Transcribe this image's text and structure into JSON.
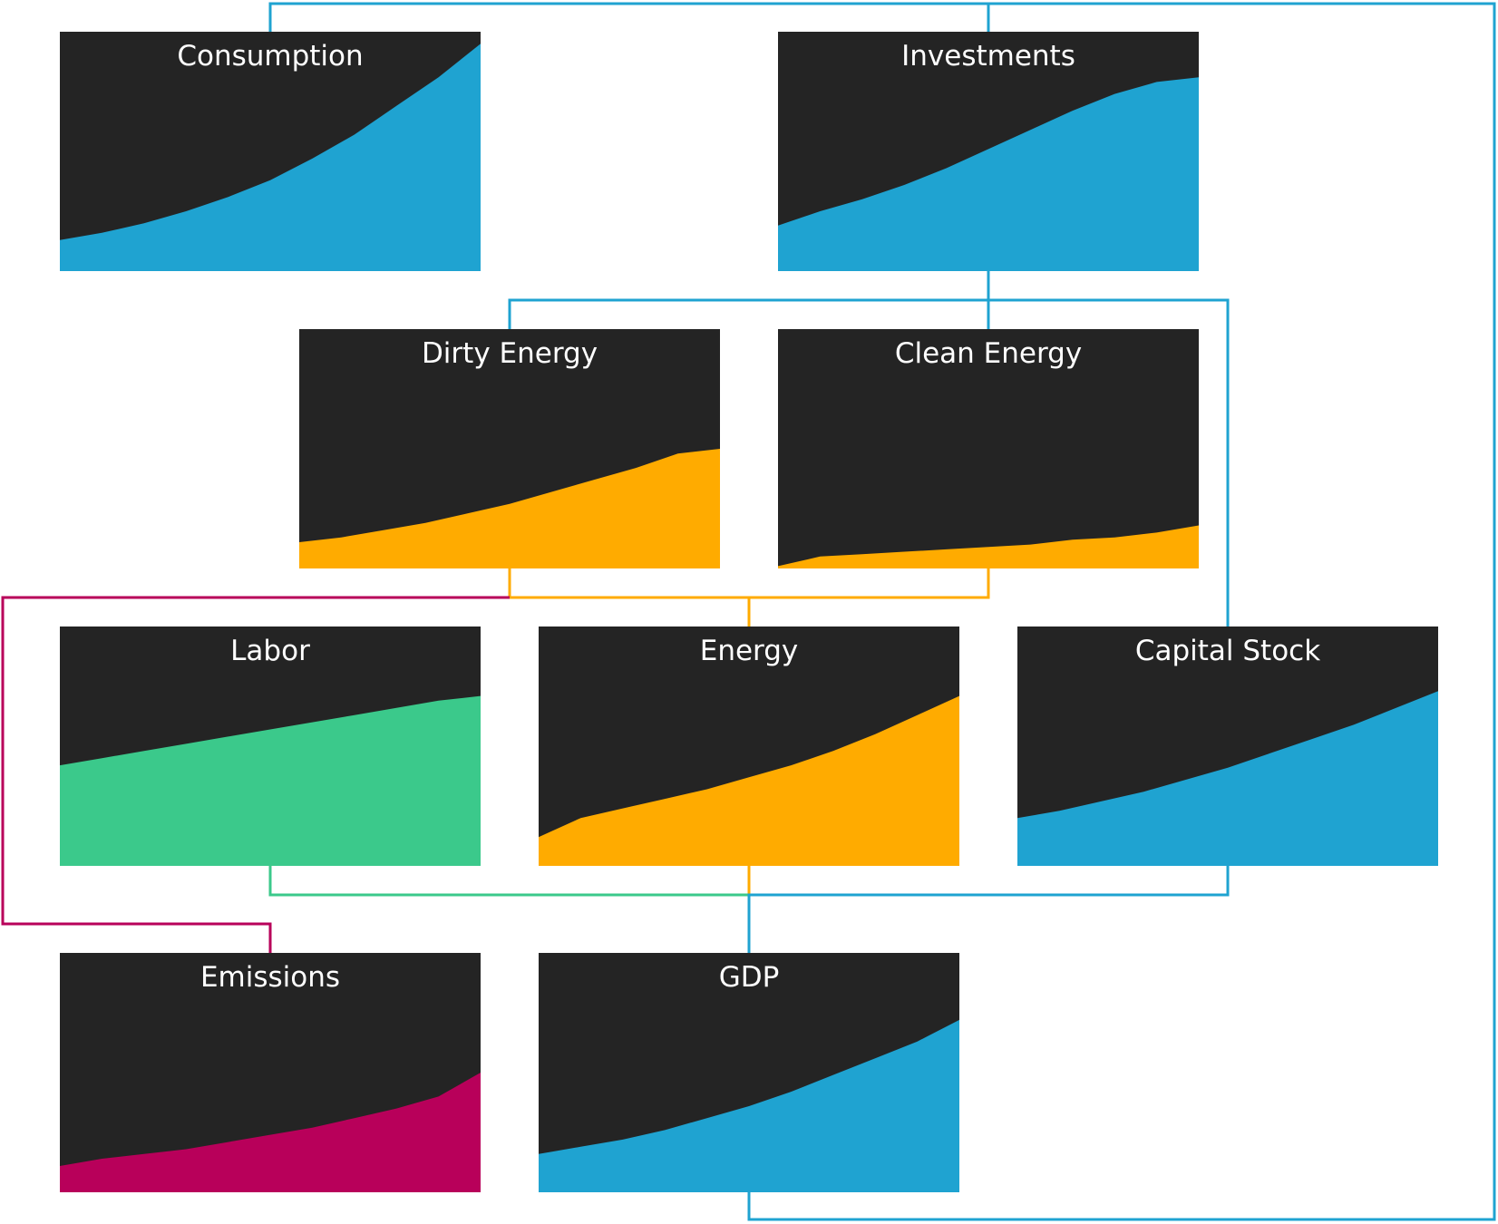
{
  "colors": {
    "panel_bg": "#242424",
    "blue": "#1fa3d1",
    "orange": "#ffab00",
    "green": "#3bc98b",
    "magenta": "#b8005a"
  },
  "panels": [
    {
      "id": "consumption",
      "label": "Consumption",
      "color": "blue",
      "values": [
        0.13,
        0.16,
        0.2,
        0.25,
        0.31,
        0.38,
        0.47,
        0.57,
        0.69,
        0.81,
        0.95
      ]
    },
    {
      "id": "investments",
      "label": "Investments",
      "color": "blue",
      "values": [
        0.19,
        0.25,
        0.3,
        0.36,
        0.43,
        0.51,
        0.59,
        0.67,
        0.74,
        0.79,
        0.81
      ]
    },
    {
      "id": "dirty-energy",
      "label": "Dirty Energy",
      "color": "orange",
      "values": [
        0.11,
        0.13,
        0.16,
        0.19,
        0.23,
        0.27,
        0.32,
        0.37,
        0.42,
        0.48,
        0.5
      ]
    },
    {
      "id": "clean-energy",
      "label": "Clean Energy",
      "color": "orange",
      "values": [
        0.01,
        0.05,
        0.06,
        0.07,
        0.08,
        0.09,
        0.1,
        0.12,
        0.13,
        0.15,
        0.18
      ]
    },
    {
      "id": "labor",
      "label": "Labor",
      "color": "green",
      "values": [
        0.42,
        0.45,
        0.48,
        0.51,
        0.54,
        0.57,
        0.6,
        0.63,
        0.66,
        0.69,
        0.71
      ]
    },
    {
      "id": "energy",
      "label": "Energy",
      "color": "orange",
      "values": [
        0.12,
        0.2,
        0.24,
        0.28,
        0.32,
        0.37,
        0.42,
        0.48,
        0.55,
        0.63,
        0.71
      ]
    },
    {
      "id": "capital-stock",
      "label": "Capital Stock",
      "color": "blue",
      "values": [
        0.2,
        0.23,
        0.27,
        0.31,
        0.36,
        0.41,
        0.47,
        0.53,
        0.59,
        0.66,
        0.73
      ]
    },
    {
      "id": "emissions",
      "label": "Emissions",
      "color": "magenta",
      "values": [
        0.11,
        0.14,
        0.16,
        0.18,
        0.21,
        0.24,
        0.27,
        0.31,
        0.35,
        0.4,
        0.5
      ]
    },
    {
      "id": "gdp",
      "label": "GDP",
      "color": "blue",
      "values": [
        0.16,
        0.19,
        0.22,
        0.26,
        0.31,
        0.36,
        0.42,
        0.49,
        0.56,
        0.63,
        0.72
      ]
    }
  ],
  "connectors": [
    {
      "id": "gdp-to-consumption-investments",
      "color": "blue"
    },
    {
      "id": "investments-to-dirty-clean-capital",
      "color": "blue"
    },
    {
      "id": "dirty-clean-to-energy",
      "color": "orange"
    },
    {
      "id": "dirty-to-emissions",
      "color": "magenta"
    },
    {
      "id": "labor-to-gdp",
      "color": "green"
    },
    {
      "id": "energy-to-gdp",
      "color": "orange"
    },
    {
      "id": "capital-to-gdp",
      "color": "blue"
    }
  ]
}
